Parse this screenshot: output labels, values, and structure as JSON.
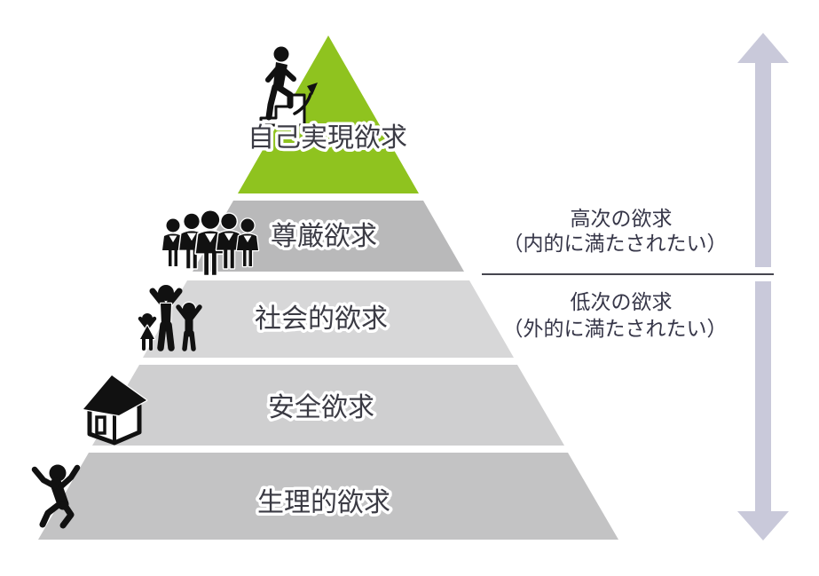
{
  "pyramid": {
    "levels": [
      {
        "label": "自己実現欲求",
        "color": "#8fc31f",
        "icon": "stairs-climbing-person"
      },
      {
        "label": "尊厳欲求",
        "color": "#b9b9ba",
        "icon": "business-people-group"
      },
      {
        "label": "社会的欲求",
        "color": "#d7d7d8",
        "icon": "family-raised-arms"
      },
      {
        "label": "安全欲求",
        "color": "#cfcfd0",
        "icon": "house"
      },
      {
        "label": "生理的欲求",
        "color": "#c3c3c4",
        "icon": "jumping-person"
      }
    ],
    "label_color": "#3b3b44",
    "label_outline": "#ffffff"
  },
  "annotations": {
    "higher_needs": {
      "line1": "高次の欲求",
      "line2": "（内的に満たされたい）"
    },
    "lower_needs": {
      "line1": "低次の欲求",
      "line2": "（外的に満たされたい）"
    },
    "text_color": "#363648"
  },
  "axis": {
    "arrow_color": "#c9c9da",
    "divider_color": "#46464f"
  }
}
